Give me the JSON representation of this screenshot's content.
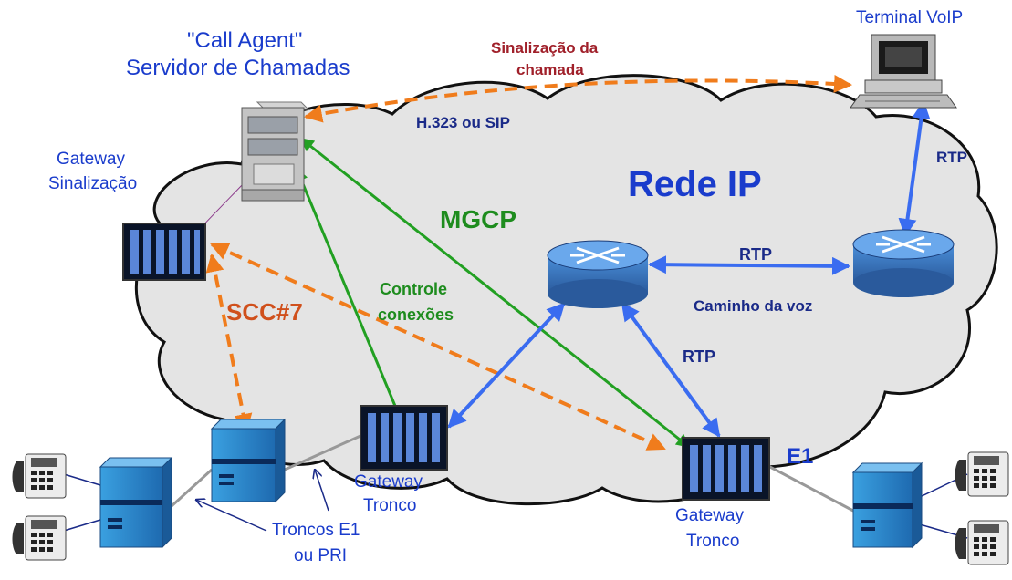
{
  "labels": {
    "call_agent_line1": "\"Call Agent\"",
    "call_agent_line2": "Servidor de Chamadas",
    "signaling_line1": "Sinalização da",
    "signaling_line2": "chamada",
    "terminal_voip": "Terminal VoIP",
    "h323_sip": "H.323 ou SIP",
    "gateway_sig_line1": "Gateway",
    "gateway_sig_line2": "Sinalização",
    "rede_ip": "Rede IP",
    "rtp_top": "RTP",
    "mgcp": "MGCP",
    "rtp_mid": "RTP",
    "caminho_voz": "Caminho da voz",
    "controle_line1": "Controle",
    "controle_line2": "conexões",
    "scc7": "SCC#7",
    "rtp_low": "RTP",
    "e1": "E1",
    "gw_tronco_l_line1": "Gateway",
    "gw_tronco_l_line2": "Tronco",
    "gw_tronco_r_line1": "Gateway",
    "gw_tronco_r_line2": "Tronco",
    "troncos_line1": "Troncos E1",
    "troncos_line2": "ou PRI"
  },
  "colors": {
    "cloud_fill": "#e4e4e4",
    "signaling_orange": "#f07c1c",
    "mgcp_green": "#22a022",
    "rtp_blue": "#3a6cf0",
    "text_blue": "#1a3ccc",
    "text_dark_red": "#a0202a",
    "text_dark_navy": "#1a2a88",
    "text_green": "#1e8c1e",
    "text_orange": "#d0501c"
  },
  "icons": [
    "server-icon",
    "voip-terminal-icon",
    "router-icon",
    "gateway-icon",
    "switch-icon",
    "phone-icon"
  ]
}
